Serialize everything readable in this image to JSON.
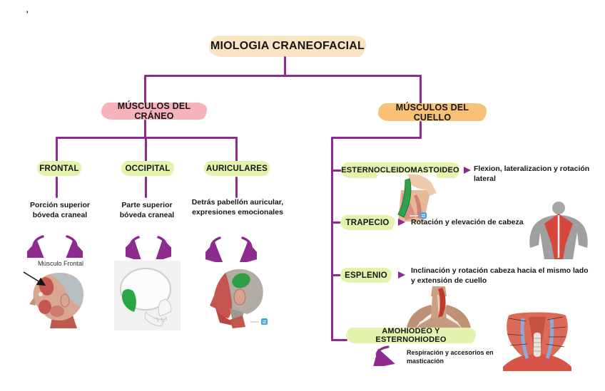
{
  "stray_mark": "'",
  "title": "MIOLOGIA CRANEOFACIAL",
  "colors": {
    "line": "#8e2b8e",
    "title_bg": "#fbe4c4",
    "craneo_bg": "#f6b4ba",
    "cuello_bg": "#f7c276",
    "leaf_bg": "#e3f2ad",
    "text": "#141414",
    "watermark": "#45a7e8"
  },
  "craneo": {
    "label": "MÚSCULOS DEL CRÁNEO",
    "children": [
      {
        "label": "FRONTAL",
        "desc": "Porción superior\nbóveda craneal",
        "image_caption": "Músculo Frontal"
      },
      {
        "label": "OCCIPITAL",
        "desc": "Parte superior\nbóveda craneal"
      },
      {
        "label": "AURICULARES",
        "desc": "Detrás pabellón auricular,\nexpresiones emocionales"
      }
    ]
  },
  "cuello": {
    "label": "MÚSCULOS DEL CUELLO",
    "items": [
      {
        "label": "ESTERNOCLEIDOMASTOIDEO",
        "desc": "Flexion, lateralizacion y rotación\nlateral"
      },
      {
        "label": "TRAPECIO",
        "desc": "Rotación y elevación de cabeza"
      },
      {
        "label": "ESPLENIO",
        "desc": "Inclinación y rotación cabeza hacia el mismo lado\ny extensión de cuello"
      },
      {
        "label": "AMOHIODEO Y ESTERNOHIODEO",
        "desc": "Respiración y accesorios en\nmasticación"
      }
    ]
  }
}
